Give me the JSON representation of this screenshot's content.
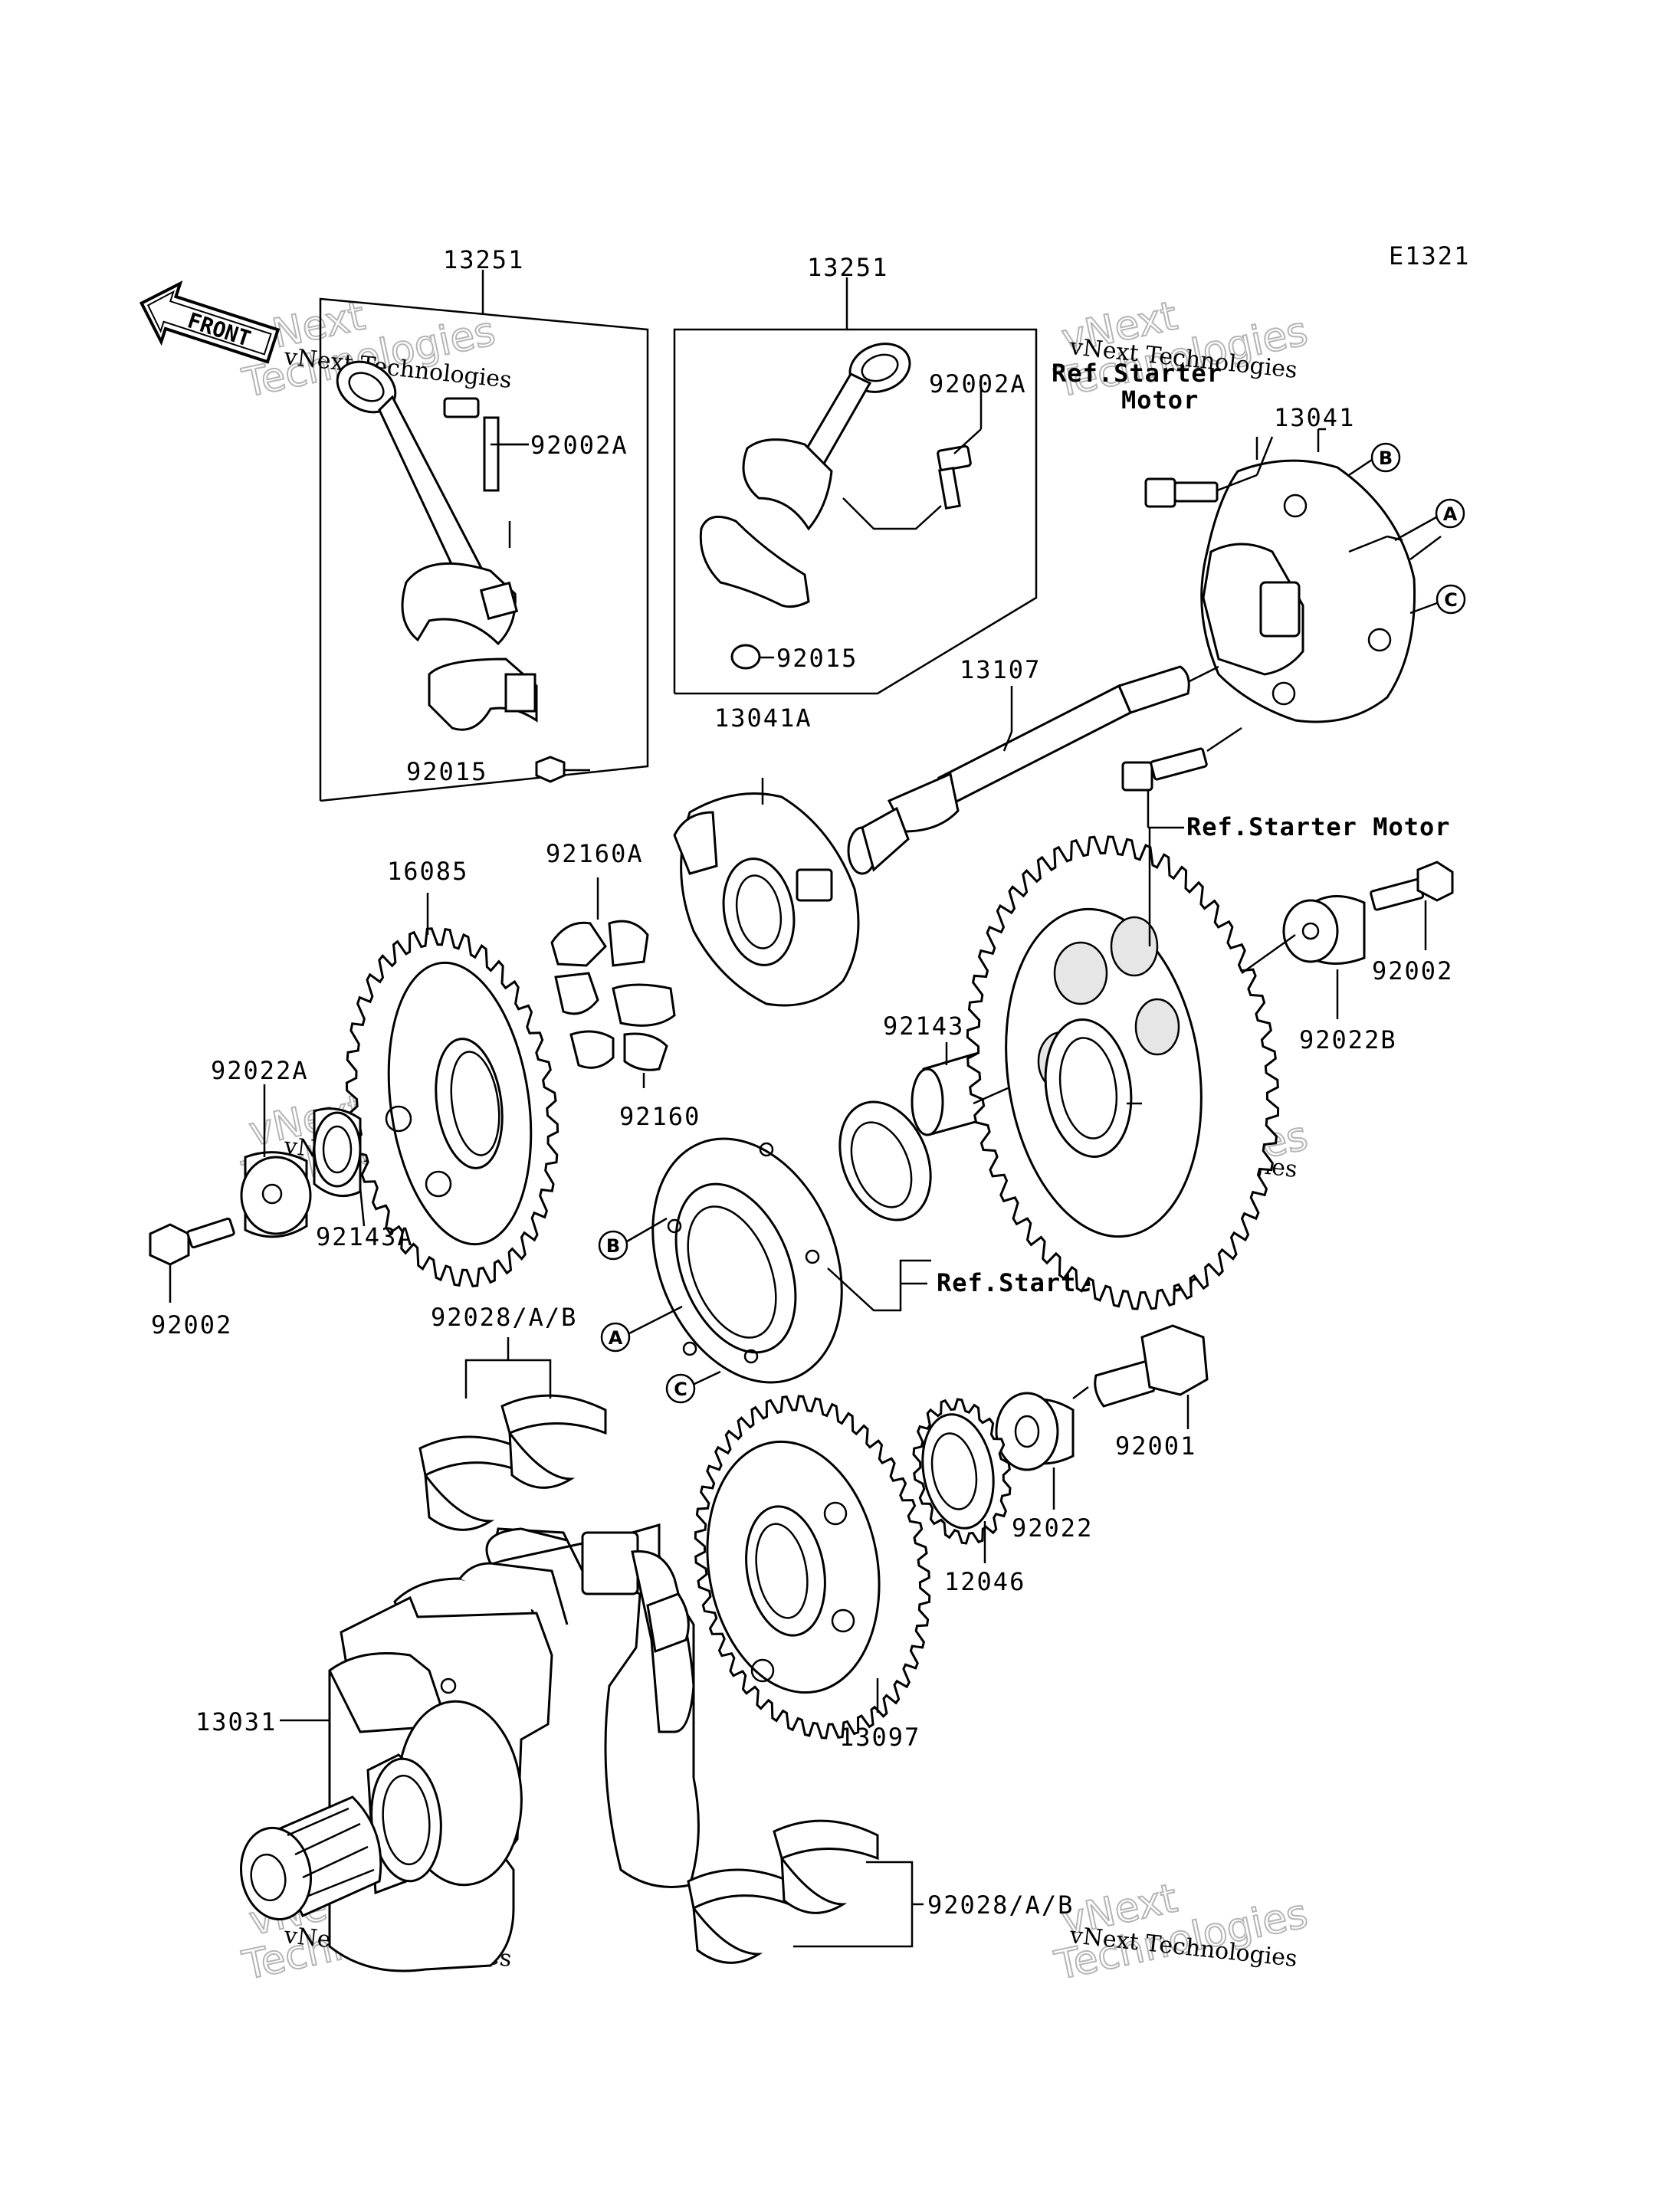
{
  "diagram_code": "E1321",
  "front_label": "FRONT",
  "markers": {
    "a": "A",
    "b": "B",
    "c": "C"
  },
  "part_labels": {
    "conrod_assy_left": "13251",
    "conrod_assy_right": "13251",
    "bolt_left": "92002A",
    "bolt_right": "92002A",
    "nut_left": "92015",
    "nut_right": "92015",
    "starter_clutch_holder": "13041",
    "starter_clutch_holder_a": "13041A",
    "shaft": "13107",
    "gear_16085": "16085",
    "damper_a": "92160A",
    "damper": "92160",
    "washer_left": "92022A",
    "collar_left": "92143A",
    "bolt_left_lower": "92002",
    "collar": "92143",
    "washer_right": "92022B",
    "bolt_right_upper": "92002",
    "bearing_shells_upper": "92028/A/B",
    "bearing_shells_lower": "92028/A/B",
    "bolt_92001": "92001",
    "washer_92022": "92022",
    "gear_12046": "12046",
    "gear_13097": "13097",
    "crankshaft": "13031"
  },
  "references": {
    "starter_motor_top": "Ref.Starter\nMotor",
    "starter_motor_mid": "Ref.Starter Motor",
    "starter_motor_low": "Ref.Starter Motor"
  },
  "watermark": {
    "line1": "vNext Technologies",
    "line2": "vNext\nTechnologies"
  }
}
